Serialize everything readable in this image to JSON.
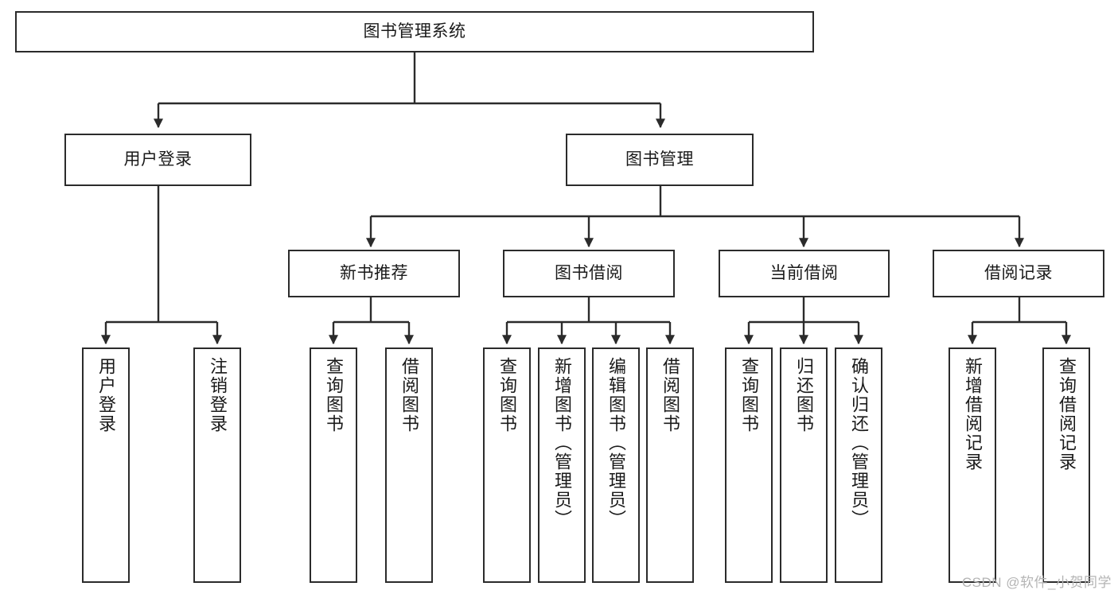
{
  "diagram": {
    "title": "图书管理系统",
    "type": "tree",
    "colors": {
      "node_border": "#2b2b2b",
      "node_fill": "#ffffff",
      "edge": "#2b2b2b",
      "text": "#1a1a1a",
      "watermark": "#b4b4b4",
      "background": "#ffffff"
    },
    "nodes": {
      "root": {
        "label": "图书管理系统"
      },
      "level2": [
        {
          "id": "user_login",
          "label": "用户登录"
        },
        {
          "id": "book_manage",
          "label": "图书管理"
        }
      ],
      "level3": [
        {
          "id": "new_book",
          "label": "新书推荐"
        },
        {
          "id": "book_borrow",
          "label": "图书借阅"
        },
        {
          "id": "current_borrow",
          "label": "当前借阅"
        },
        {
          "id": "borrow_record",
          "label": "借阅记录"
        }
      ],
      "leaves": {
        "user_login": [
          {
            "id": "leaf_user_login",
            "label": "用户登录"
          },
          {
            "id": "leaf_logout",
            "label": "注销登录"
          }
        ],
        "new_book": [
          {
            "id": "leaf_query_book_1",
            "label": "查询图书"
          },
          {
            "id": "leaf_borrow_book_1",
            "label": "借阅图书"
          }
        ],
        "book_borrow": [
          {
            "id": "leaf_query_book_2",
            "label": "查询图书"
          },
          {
            "id": "leaf_add_book",
            "label": "新增图书（管理员）"
          },
          {
            "id": "leaf_edit_book",
            "label": "编辑图书（管理员）"
          },
          {
            "id": "leaf_borrow_book_2",
            "label": "借阅图书"
          }
        ],
        "current_borrow": [
          {
            "id": "leaf_query_book_3",
            "label": "查询图书"
          },
          {
            "id": "leaf_return_book",
            "label": "归还图书"
          },
          {
            "id": "leaf_confirm_return",
            "label": "确认归还（管理员）"
          }
        ],
        "borrow_record": [
          {
            "id": "leaf_add_record",
            "label": "新增借阅记录"
          },
          {
            "id": "leaf_query_record",
            "label": "查询借阅记录"
          }
        ]
      }
    }
  },
  "watermark": {
    "text": "CSDN @软件_小贺同学"
  }
}
